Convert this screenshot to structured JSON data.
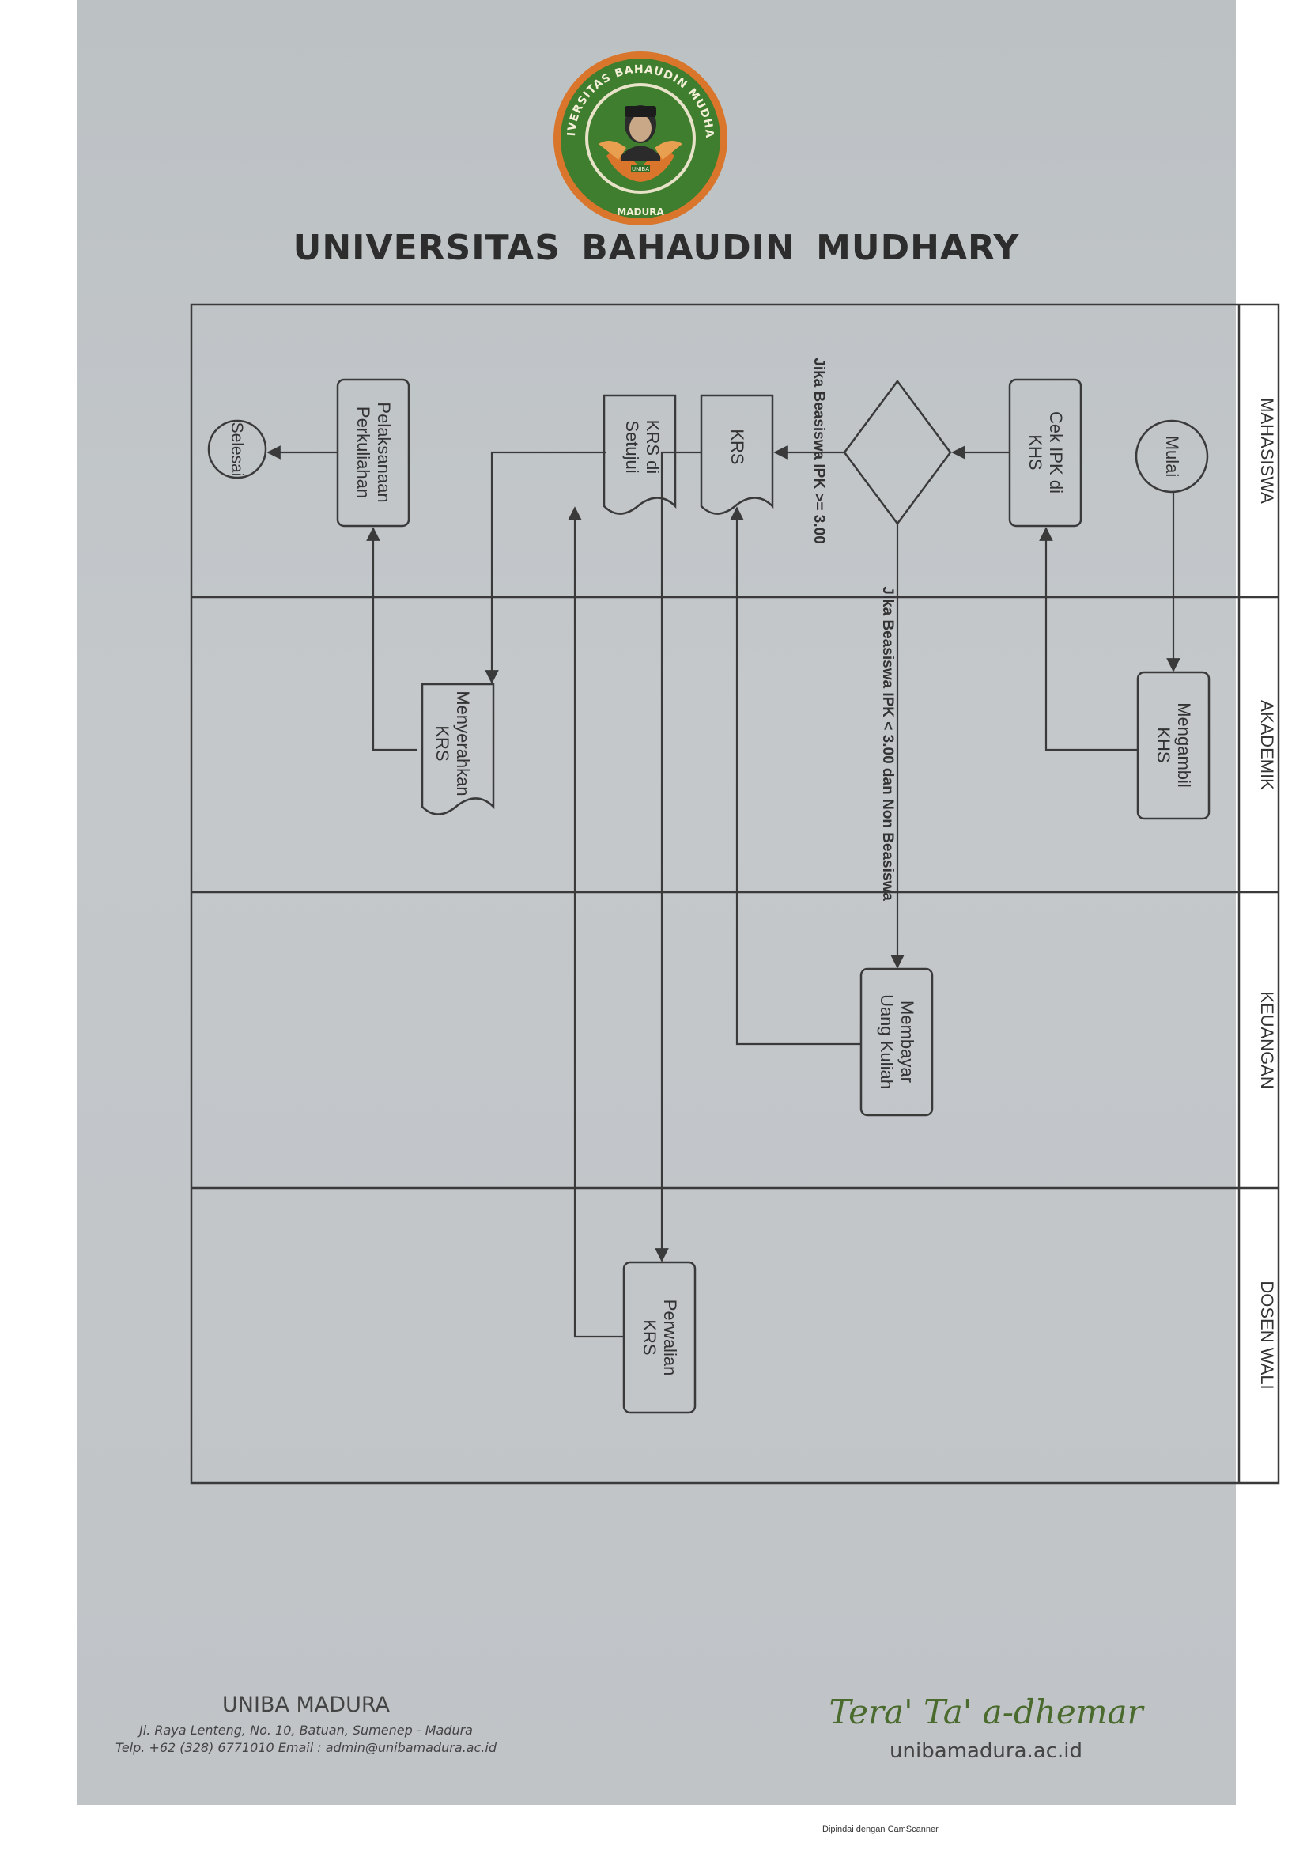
{
  "header": {
    "university": "UNIVERSITAS BAHAUDIN MUDHARY",
    "logo_ring_text": "UNIVERSITAS BAHAUDIN MUDHARY",
    "logo_bottom_text": "MADURA",
    "logo_badge_text": "UNIBA"
  },
  "lanes": [
    "MAHASISWA",
    "AKADEMIK",
    "KEUANGAN",
    "DOSEN WALI"
  ],
  "nodes": {
    "mulai": "Mulai",
    "mengambil_khs": [
      "Mengambil",
      "KHS"
    ],
    "cek_ipk": [
      "Cek IPK di",
      "KHS"
    ],
    "krs": "KRS",
    "membayar": [
      "Membayar",
      "Uang Kuliah"
    ],
    "perwalian": [
      "Perwalian",
      "KRS"
    ],
    "krs_setuju": [
      "KRS di",
      "Setujui"
    ],
    "menyerahkan": [
      "Menyerahkan",
      "KRS"
    ],
    "pelaksanaan": [
      "Pelaksanaan",
      "Perkuliahan"
    ],
    "selesai": "Selesai"
  },
  "conditions": {
    "beasiswa_ok": "Jika Beasiswa IPK >= 3.00",
    "beasiswa_low": "Jika Beasiswa IPK < 3.00 dan Non Beasiswa"
  },
  "footer": {
    "org": "UNIBA MADURA",
    "address": "Jl. Raya Lenteng, No. 10, Batuan, Sumenep - Madura",
    "contact": "Telp. +62 (328) 6771010 Email : admin@unibamadura.ac.id",
    "motto": "Tera' Ta' a-dhemar",
    "website": "unibamadura.ac.id"
  },
  "scanner_note": "Dipindai dengan CamScanner",
  "colors": {
    "paper": "#c0c4c7",
    "ink": "#3a3a3a",
    "logo_green": "#3f7d2f",
    "logo_orange": "#d9762b",
    "motto_green": "#4a6a2e"
  }
}
